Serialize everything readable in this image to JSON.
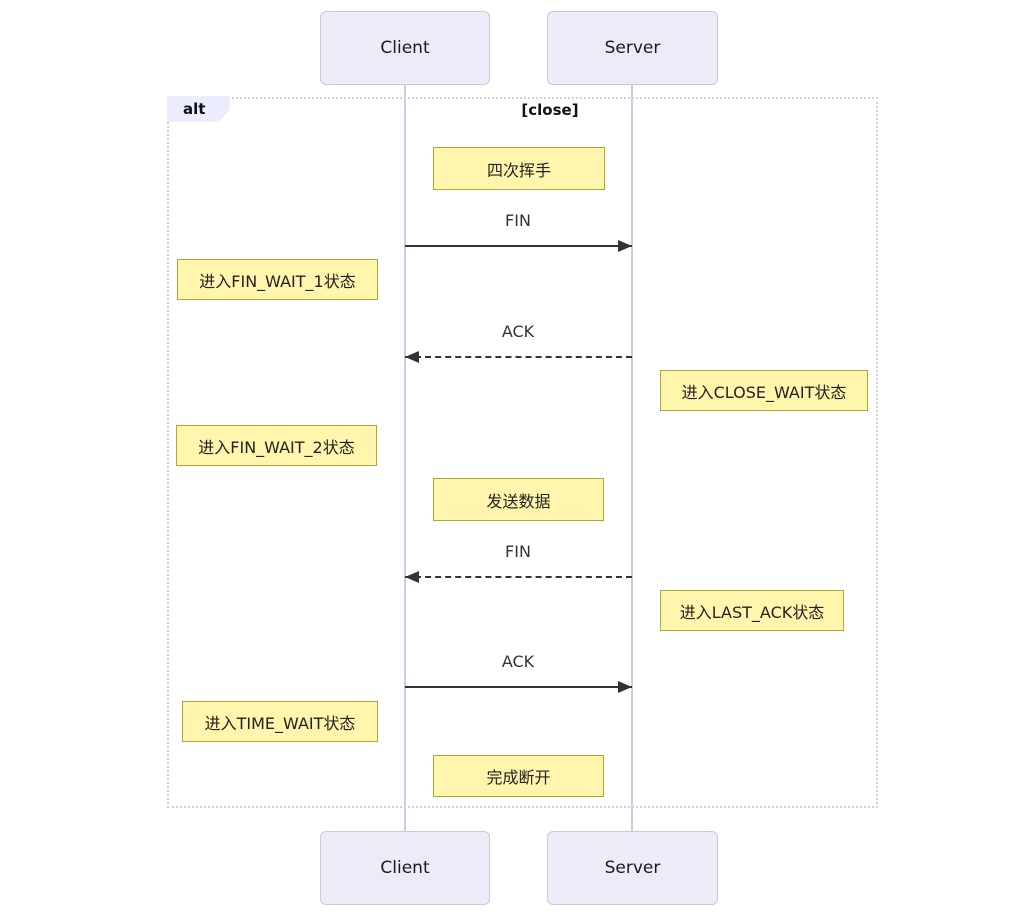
{
  "participants": {
    "client": "Client",
    "server": "Server"
  },
  "alt_frame": {
    "label": "alt",
    "condition": "[close]"
  },
  "notes": [
    {
      "id": "handshake",
      "text": "四次挥手",
      "position": "between-lifelines"
    },
    {
      "id": "fin-wait-1",
      "text": "进入FIN_WAIT_1状态",
      "position": "left-of-client"
    },
    {
      "id": "close-wait",
      "text": "进入CLOSE_WAIT状态",
      "position": "right-of-server"
    },
    {
      "id": "fin-wait-2",
      "text": "进入FIN_WAIT_2状态",
      "position": "left-of-client"
    },
    {
      "id": "send-data",
      "text": "发送数据",
      "position": "between-lifelines"
    },
    {
      "id": "last-ack",
      "text": "进入LAST_ACK状态",
      "position": "right-of-server"
    },
    {
      "id": "time-wait",
      "text": "进入TIME_WAIT状态",
      "position": "left-of-client"
    },
    {
      "id": "complete",
      "text": "完成断开",
      "position": "between-lifelines"
    }
  ],
  "messages": [
    {
      "label": "FIN",
      "from": "Client",
      "to": "Server",
      "line": "solid"
    },
    {
      "label": "ACK",
      "from": "Server",
      "to": "Client",
      "line": "dashed"
    },
    {
      "label": "FIN",
      "from": "Server",
      "to": "Client",
      "line": "dashed"
    },
    {
      "label": "ACK",
      "from": "Client",
      "to": "Server",
      "line": "solid"
    }
  ],
  "colors": {
    "note_fill": "#fff5ad",
    "note_border": "#aaaa33",
    "participant_fill": "#ececf9",
    "participant_border": "#c9c9d6",
    "lifeline": "#ccccee",
    "arrow": "#333333",
    "frame_border": "#cfcfe0"
  }
}
